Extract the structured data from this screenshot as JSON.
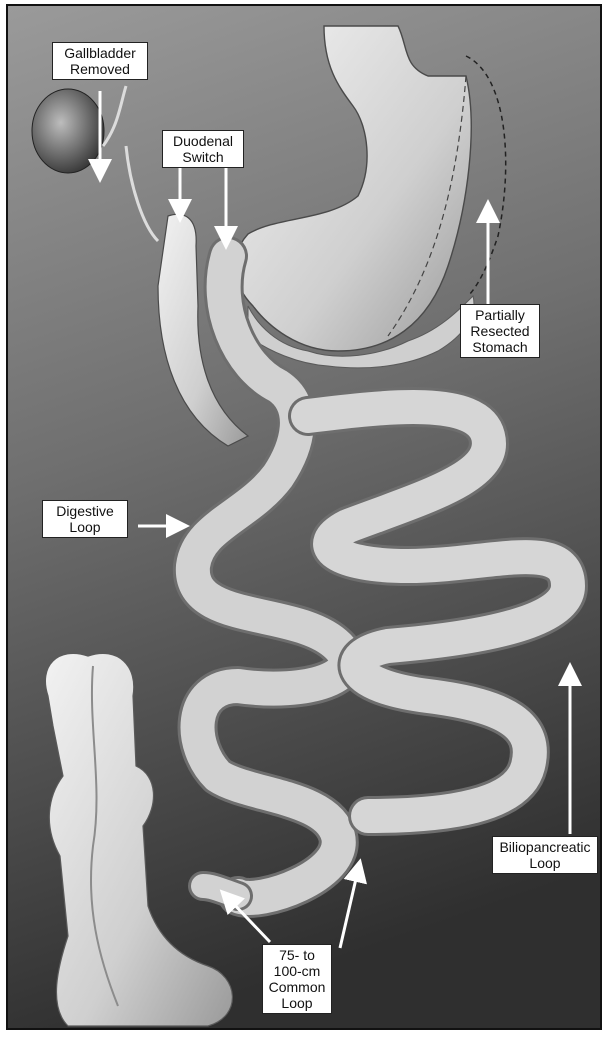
{
  "labels": {
    "gallbladder": [
      "Gallbladder",
      "Removed"
    ],
    "duodenal_switch": [
      "Duodenal",
      "Switch"
    ],
    "partially_resected_stomach": [
      "Partially",
      "Resected",
      "Stomach"
    ],
    "digestive_loop": [
      "Digestive",
      "Loop"
    ],
    "biliopancreatic_loop": [
      "Biliopancreatic",
      "Loop"
    ],
    "common_loop": [
      "75- to",
      "100-cm",
      "Common",
      "Loop"
    ]
  },
  "colors": {
    "background_top": "#8f8f8f",
    "background_bottom": "#3a3a3a",
    "organ": "#d9d9d9",
    "organ_shadow": "#8a8a8a",
    "arrow": "#ffffff"
  }
}
